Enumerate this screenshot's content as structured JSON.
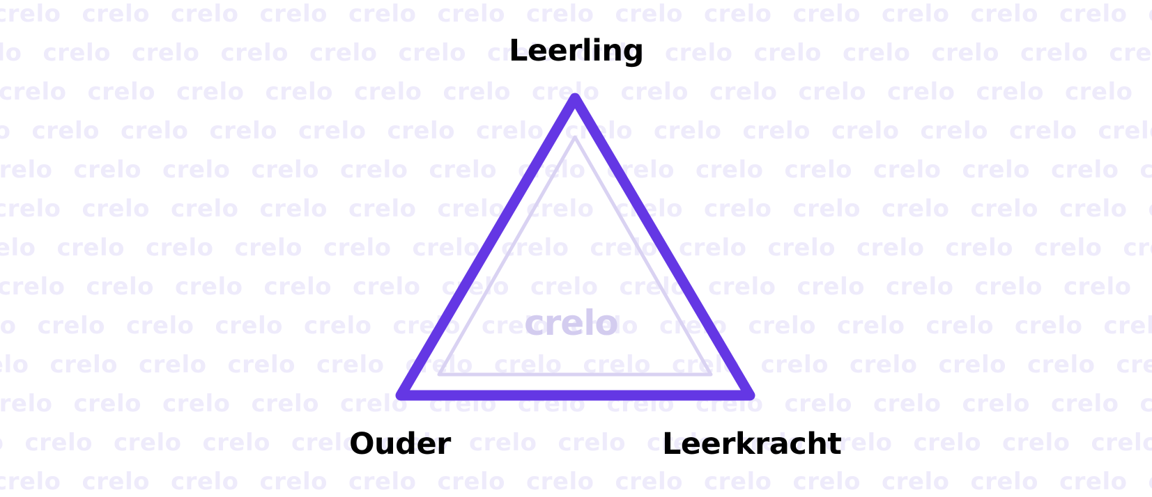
{
  "background": {
    "pattern_word": "crelo",
    "pattern_color": "#eeebfb"
  },
  "diagram": {
    "vertices": {
      "top": "Leerling",
      "bottom_left": "Ouder",
      "bottom_right": "Leerkracht"
    },
    "center_logo": "crelo",
    "outer_triangle_color": "#6437e4",
    "inner_triangle_color": "#d9d2f2",
    "center_logo_color": "#d3ccef"
  }
}
